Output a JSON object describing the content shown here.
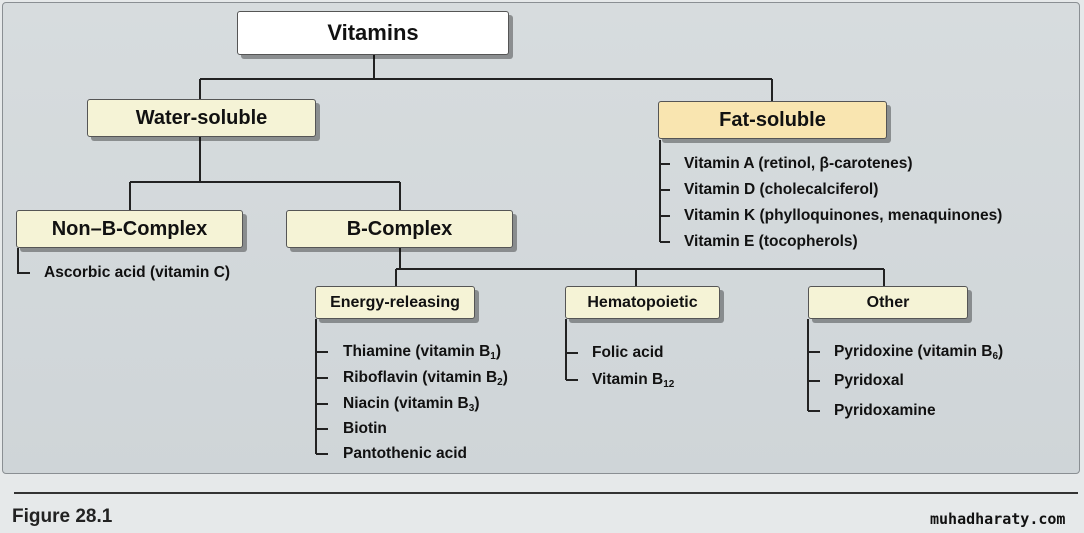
{
  "title": "Vitamins",
  "water": {
    "label": "Water-soluble",
    "non_b": {
      "label": "Non–B-Complex",
      "items": [
        "Ascorbic acid (vitamin C)"
      ]
    },
    "b_complex": {
      "label": "B-Complex",
      "energy": {
        "label": "Energy-releasing",
        "items": [
          {
            "text": "Thiamine (vitamin B",
            "sub": "1",
            "tail": ")"
          },
          {
            "text": "Riboflavin (vitamin B",
            "sub": "2",
            "tail": ")"
          },
          {
            "text": "Niacin (vitamin B",
            "sub": "3",
            "tail": ")"
          },
          {
            "text": "Biotin",
            "sub": "",
            "tail": ""
          },
          {
            "text": "Pantothenic acid",
            "sub": "",
            "tail": ""
          }
        ]
      },
      "hematopoietic": {
        "label": "Hematopoietic",
        "items": [
          {
            "text": "Folic acid",
            "sub": "",
            "tail": ""
          },
          {
            "text": "Vitamin B",
            "sub": "12",
            "tail": ""
          }
        ]
      },
      "other": {
        "label": "Other",
        "items": [
          {
            "text": "Pyridoxine (vitamin B",
            "sub": "6",
            "tail": ")"
          },
          {
            "text": "Pyridoxal",
            "sub": "",
            "tail": ""
          },
          {
            "text": "Pyridoxamine",
            "sub": "",
            "tail": ""
          }
        ]
      }
    }
  },
  "fat": {
    "label": "Fat-soluble",
    "items": [
      "Vitamin A (retinol, β-carotenes)",
      "Vitamin D (cholecalciferol)",
      "Vitamin K (phylloquinones, menaquinones)",
      "Vitamin E (tocopherols)"
    ]
  },
  "caption": "Figure 28.1",
  "credit": "muhadharaty.com",
  "colors": {
    "box_light": "#f5f3d6",
    "box_fat": "#f9e5b0",
    "panel": "#d3d9db"
  }
}
